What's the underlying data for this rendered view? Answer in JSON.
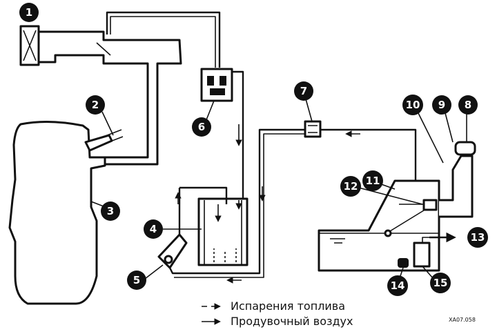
{
  "callouts": [
    "1",
    "2",
    "3",
    "4",
    "5",
    "6",
    "7",
    "8",
    "9",
    "10",
    "11",
    "12",
    "13",
    "14",
    "15"
  ],
  "legend": {
    "vapor": "Испарения топлива",
    "purge": "Продувочный воздух"
  },
  "figure_code": "XA07.058",
  "colors": {
    "ink": "#111111",
    "paper": "#ffffff"
  }
}
